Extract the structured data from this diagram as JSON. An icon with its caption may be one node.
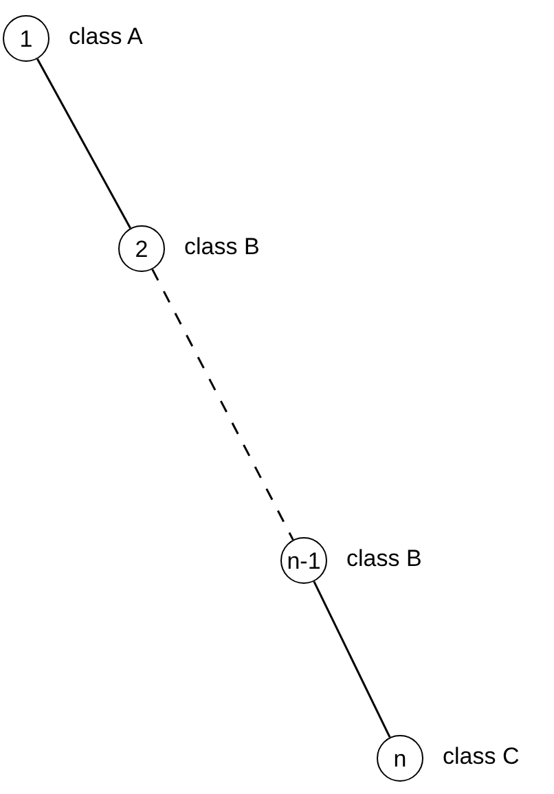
{
  "diagram": {
    "nodes": [
      {
        "text": [
          "1"
        ],
        "beside": [
          "class A"
        ]
      },
      {
        "text": [
          "2"
        ],
        "beside": [
          "class B"
        ]
      },
      {
        "text": [
          "n-1"
        ],
        "beside": [
          "class B"
        ]
      },
      {
        "text": [
          "n"
        ],
        "beside": [
          "class C"
        ]
      }
    ],
    "edges": [
      {
        "from": 0,
        "to": 1,
        "arrow": "none"
      },
      {
        "from": 1,
        "to": 2,
        "arrow": "none",
        "style": "dashed"
      },
      {
        "from": 2,
        "to": 3,
        "arrow": "none"
      }
    ]
  }
}
